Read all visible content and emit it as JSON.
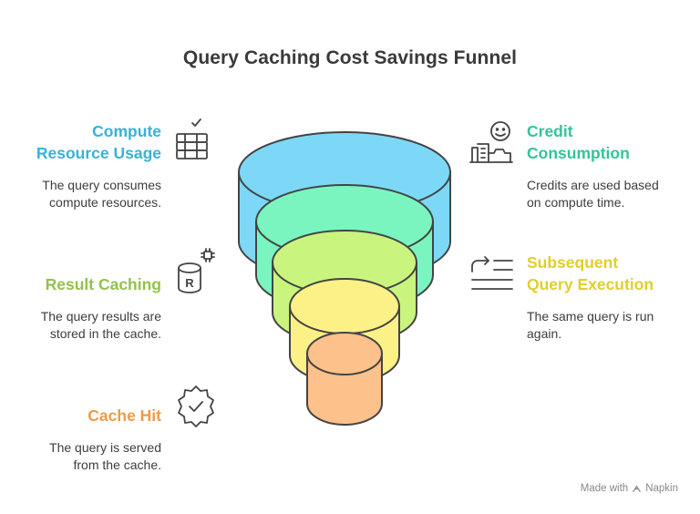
{
  "title": "Query Caching Cost Savings Funnel",
  "colors": {
    "level1": "#7dd8f8",
    "level2": "#7af5c0",
    "level3": "#c9f57e",
    "level4": "#fbf186",
    "level5": "#fdc18b",
    "heading_blue": "#3ab2d6",
    "heading_teal": "#33c49a",
    "heading_green": "#93c24a",
    "heading_yellow": "#e0cf2c",
    "heading_orange": "#ee9a4a",
    "outline": "#444444"
  },
  "steps": {
    "compute": {
      "title_line1": "Compute",
      "title_line2": "Resource Usage",
      "desc_line1": "The query consumes",
      "desc_line2": "compute resources.",
      "icon": "database-server-icon"
    },
    "credit": {
      "title_line1": "Credit",
      "title_line2": "Consumption",
      "desc_line1": "Credits are used based",
      "desc_line2": "on compute time.",
      "icon": "happy-buyer-icon"
    },
    "caching": {
      "title": "Result Caching",
      "desc_line1": "The query results are",
      "desc_line2": "stored in the cache.",
      "icon": "database-r-icon",
      "icon_letter": "R"
    },
    "subsequent": {
      "title_line1": "Subsequent",
      "title_line2": "Query Execution",
      "desc_line1": "The same query is run",
      "desc_line2": "again.",
      "icon": "repeat-list-icon"
    },
    "hit": {
      "title": "Cache Hit",
      "desc_line1": "The query is served",
      "desc_line2": "from the cache.",
      "icon": "verified-badge-icon"
    }
  },
  "footer": {
    "made_with": "Made with",
    "brand": "Napkin"
  }
}
